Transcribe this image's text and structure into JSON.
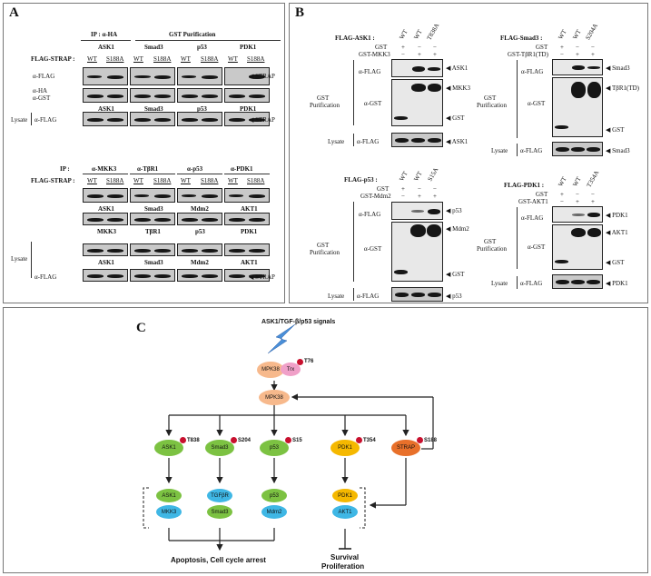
{
  "panelA": {
    "letter": "A",
    "ip_label": "IP : α-HA",
    "gst_purification": "GST Purification",
    "top_cols": [
      "ASK1",
      "Smad3",
      "p53",
      "PDK1"
    ],
    "flag_strap": "FLAG-STRAP :",
    "wt": "WT",
    "s188a": "S188A",
    "alpha_flag": "α-FLAG",
    "alpha_ha": "α-HA",
    "alpha_gst": "α-GST",
    "strap": "◀ STRAP",
    "lysate": "Lysate",
    "row_labels_top": [
      "ASK1",
      "Smad3",
      "p53",
      "PDK1"
    ],
    "ip_bottom": "IP :",
    "bottom_cols": [
      "α-MKK3",
      "α-TβR1",
      "α-p53",
      "α-PDK1"
    ],
    "row1": [
      "ASK1",
      "Smad3",
      "Mdm2",
      "AKT1"
    ],
    "row2": [
      "MKK3",
      "TβR1",
      "p53",
      "PDK1"
    ],
    "row3": [
      "ASK1",
      "Smad3",
      "Mdm2",
      "AKT1"
    ]
  },
  "panelB": {
    "letter": "B",
    "ask1": {
      "flag": "FLAG-ASK1 :",
      "mut": "T838A",
      "gst": "GST",
      "gst2": "GST-MKK3",
      "signs_gst": [
        "+",
        "−",
        "−"
      ],
      "signs_gst2": [
        "−",
        "+",
        "+"
      ],
      "band1": "◀ ASK1",
      "band2": "◀ MKK3",
      "band3": "◀ GST",
      "lys": "◀ ASK1"
    },
    "smad3": {
      "flag": "FLAG-Smad3 :",
      "mut": "S204A",
      "gst": "GST",
      "gst2": "GST-TβR1(TD)",
      "signs_gst": [
        "+",
        "−",
        "−"
      ],
      "signs_gst2": [
        "−",
        "+",
        "+"
      ],
      "band1": "◀ Smad3",
      "band2": "◀ TβR1(TD)",
      "band3": "◀ GST",
      "lys": "◀ Smad3"
    },
    "p53": {
      "flag": "FLAG-p53 :",
      "mut": "S15A",
      "gst": "GST",
      "gst2": "GST-Mdm2",
      "signs_gst": [
        "+",
        "−",
        "−"
      ],
      "signs_gst2": [
        "−",
        "+",
        "+"
      ],
      "band1": "◀ p53",
      "band2": "◀ Mdm2",
      "band3": "◀ GST",
      "lys": "◀ p53"
    },
    "pdk1": {
      "flag": "FLAG-PDK1 :",
      "mut": "T354A",
      "gst": "GST",
      "gst2": "GST-AKT1",
      "signs_gst": [
        "+",
        "−",
        "−"
      ],
      "signs_gst2": [
        "−",
        "+",
        "+"
      ],
      "band1": "◀ PDK1",
      "band2": "◀ AKT1",
      "band3": "◀ GST",
      "lys": "◀ PDK1"
    },
    "wt": "WT",
    "alpha_flag": "α-FLAG",
    "alpha_gst": "α-GST",
    "gst_pur1": "GST",
    "gst_pur2": "Purification",
    "lysate": "Lysate"
  },
  "panelC": {
    "letter": "C",
    "signals": "ASK1/TGF-β/p53 signals",
    "mpk38": "MPK38",
    "trx": "Trx",
    "t76": "T76",
    "mpk38b": "MPK38",
    "targets": [
      {
        "name": "ASK1",
        "site": "T838",
        "color": "#7cc242"
      },
      {
        "name": "Smad3",
        "site": "S204",
        "color": "#7cc242"
      },
      {
        "name": "p53",
        "site": "S15",
        "color": "#7cc242"
      },
      {
        "name": "PDK1",
        "site": "T354",
        "color": "#f5b800"
      },
      {
        "name": "STRAP",
        "site": "S188",
        "color": "#e8702a"
      }
    ],
    "complexes": [
      {
        "top": "ASK1",
        "bottom": "MKK3",
        "top_color": "#7cc242",
        "bottom_color": "#3fb7e5"
      },
      {
        "top": "TGFβR",
        "bottom": "Smad3",
        "top_color": "#3fb7e5",
        "bottom_color": "#7cc242"
      },
      {
        "top": "p53",
        "bottom": "Mdm2",
        "top_color": "#7cc242",
        "bottom_color": "#3fb7e5"
      },
      {
        "top": "PDK1",
        "bottom": "AKT1",
        "top_color": "#f5b800",
        "bottom_color": "#3fb7e5"
      }
    ],
    "outcome1": "Apoptosis, Cell cycle arrest",
    "outcome2a": "Survival",
    "outcome2b": "Proliferation"
  }
}
